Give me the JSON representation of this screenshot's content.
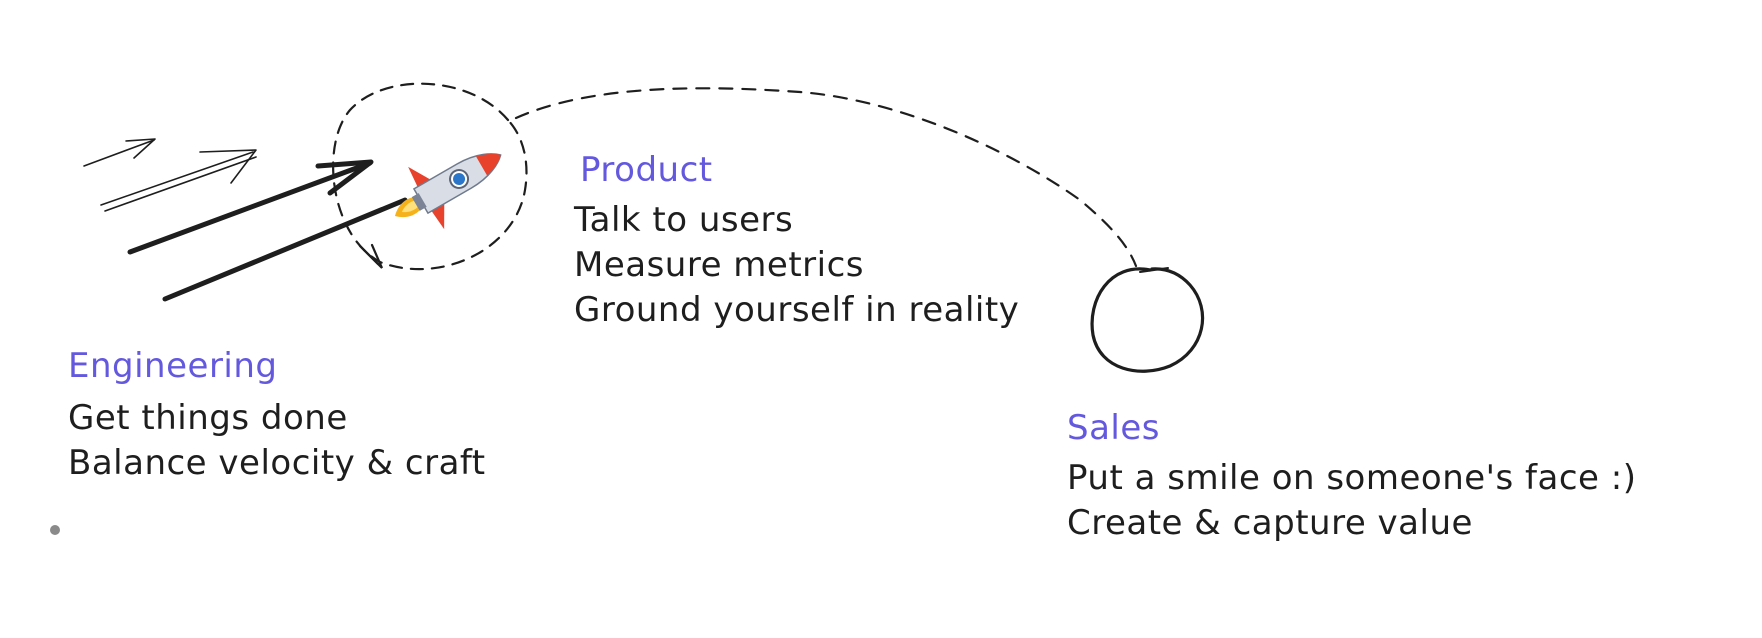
{
  "colors": {
    "heading": "#6459de",
    "text": "#1e1e1e",
    "stroke": "#1e1e1e",
    "dot": "#8a8a8a",
    "rocket_body": "#d8dde6",
    "rocket_fin": "#e8412c",
    "rocket_window": "#2b76c8",
    "rocket_flame": "#f6b21a"
  },
  "icons": {
    "rocket": "rocket-icon",
    "start_circle": "hand-drawn-circle-icon"
  },
  "engineering": {
    "heading": "Engineering",
    "lines": [
      "Get things done",
      "Balance velocity & craft"
    ]
  },
  "product": {
    "heading": "Product",
    "lines": [
      "Talk to users",
      "Measure metrics",
      "Ground yourself in reality"
    ]
  },
  "sales": {
    "heading": "Sales",
    "lines": [
      "Put a smile on someone's face :)",
      "Create & capture value"
    ]
  }
}
